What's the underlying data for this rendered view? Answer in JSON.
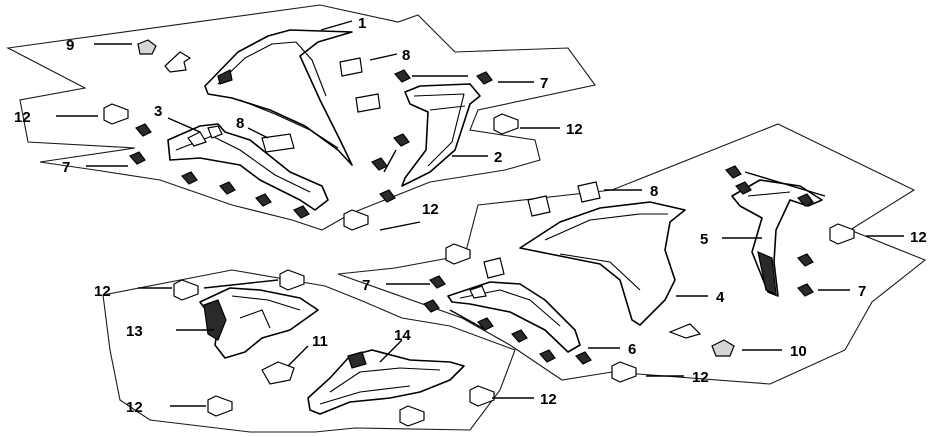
{
  "callouts": {
    "c1": "1",
    "c2": "2",
    "c3": "3",
    "c4": "4",
    "c5": "5",
    "c6": "6",
    "c7a": "7",
    "c7b": "7",
    "c7c": "7",
    "c7d": "7",
    "c8a": "8",
    "c8b": "8",
    "c8c": "8",
    "c9": "9",
    "c10": "10",
    "c11": "11",
    "c12a": "12",
    "c12b": "12",
    "c12c": "12",
    "c12d": "12",
    "c12e": "12",
    "c12f": "12",
    "c12g": "12",
    "c12h": "12",
    "c13": "13",
    "c14": "14"
  },
  "colors": {
    "line": "#000000",
    "fill": "#ffffff",
    "shade": "#2a2a2a"
  },
  "icons": [
    "screw-icon",
    "clip-icon",
    "nut-icon",
    "bracket-icon",
    "fairing-panel-icon"
  ]
}
